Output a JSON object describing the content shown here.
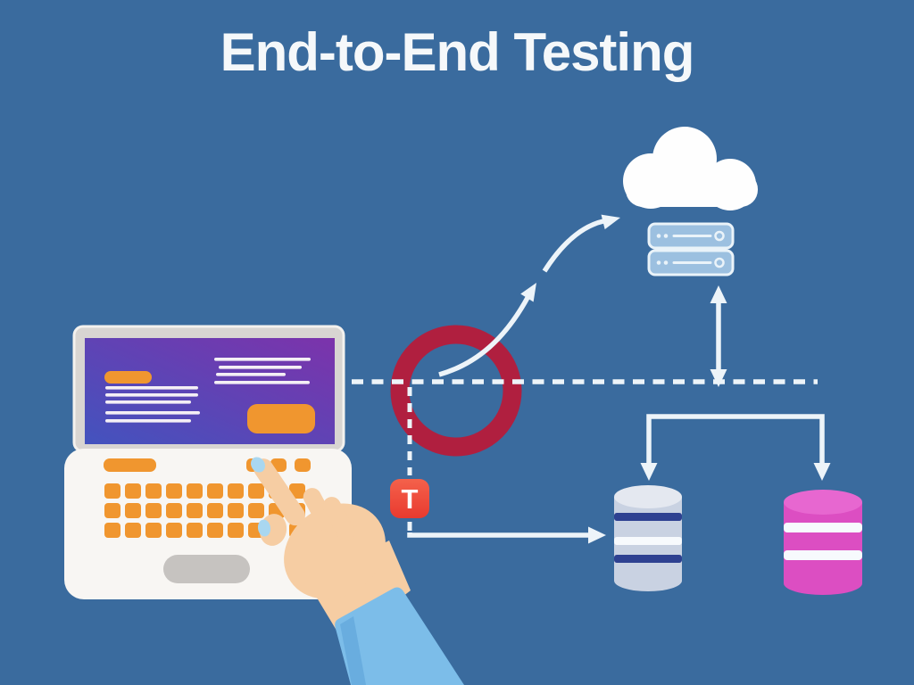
{
  "title": "End-to-End Testing",
  "scene": {
    "laptop": {
      "icon": "laptop-with-webpage-icon"
    },
    "hand": {
      "icon": "pointing-hand-icon"
    },
    "highlight": {
      "icon": "red-highlight-ring"
    },
    "cloud": {
      "icon": "cloud-icon"
    },
    "server": {
      "icon": "server-rack-icon",
      "units": 2
    },
    "test_badge": {
      "label": "T",
      "icon": "test-badge"
    },
    "databases": [
      {
        "icon": "database-cylinder-icon",
        "variant": "silver-navy"
      },
      {
        "icon": "database-cylinder-icon",
        "variant": "pink"
      }
    ],
    "connectors": [
      "dashed-horizontal-flow-line",
      "dashed-vertical-line-to-test-badge",
      "curved-arrow-to-cloud",
      "double-headed-arrow-server-flow",
      "branch-arrows-to-databases",
      "arrow-test-badge-to-database"
    ]
  },
  "colors": {
    "background": "#3A6B9E",
    "title_text": "#F5F8FA",
    "laptop_body": "#D8D5D2",
    "laptop_edge": "#F3F1EE",
    "laptop_deck": "#F8F6F3",
    "screen_blue": "#4353BE",
    "screen_purple": "#7C33AB",
    "ui_orange": "#F0962F",
    "ui_line": "#F4EFF5",
    "touchpad": "#C6C3C0",
    "skin": "#F6CDA3",
    "nail": "#A9D7F0",
    "sleeve": "#7CBDE9",
    "sleeve_fold": "#69ADDF",
    "ring_red": "#B01F3F",
    "flow_white": "#EDF4F9",
    "cloud_white": "#FEFEFE",
    "server_fill": "#9CC0E0",
    "server_stroke": "#EAF3F9",
    "badge_top": "#F4614B",
    "badge_bottom": "#E93A2F",
    "db_silver": "#C9D2E2",
    "db_silver_light": "#E4E8F0",
    "db_navy": "#2E4191",
    "db_pink": "#DC4EC2",
    "db_pink_light": "#E767D0",
    "band_white": "#F7FAFD"
  }
}
